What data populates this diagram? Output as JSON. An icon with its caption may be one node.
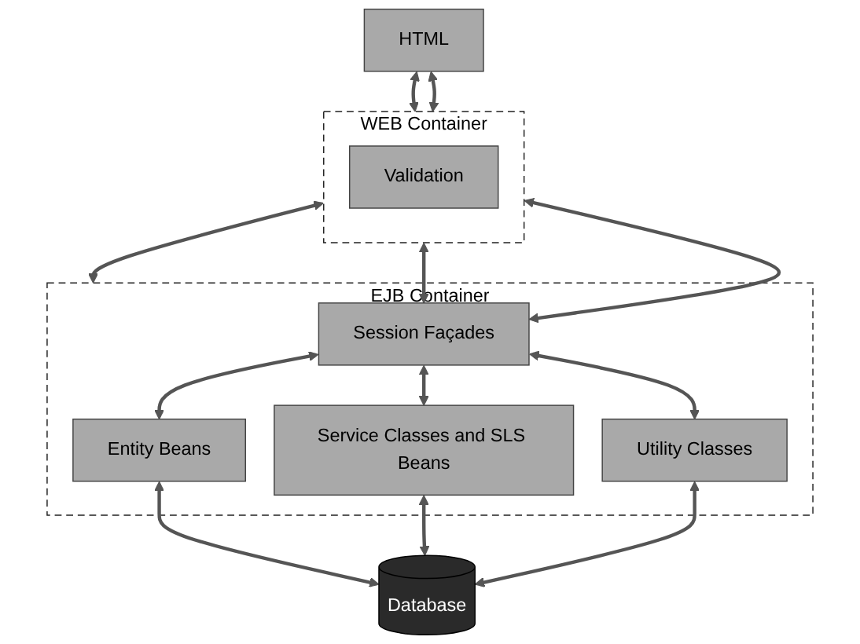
{
  "diagram": {
    "nodes": [
      {
        "text": [
          "HTML"
        ]
      },
      {
        "text": [
          "WEB Container"
        ]
      },
      {
        "text": [
          "Validation"
        ],
        "in": 1
      },
      {
        "text": [
          "EJB Container"
        ]
      },
      {
        "text": [
          "Session Façades"
        ],
        "in": 3
      },
      {
        "text": [
          "Entity Beans"
        ],
        "in": 3
      },
      {
        "text": [
          "Service Classes and SLS Beans"
        ],
        "in": 3
      },
      {
        "text": [
          "Utility Classes"
        ],
        "in": 3
      },
      {
        "text": [
          "Database"
        ]
      }
    ],
    "edges": [
      {
        "from": 0,
        "to": 1,
        "arrow": "both"
      },
      {
        "from": 0,
        "to": 1,
        "arrow": "both"
      },
      {
        "from": 1,
        "to": 3,
        "arrow": "both"
      },
      {
        "from": 1,
        "to": 4,
        "arrow": "both"
      },
      {
        "from": 1,
        "to": 4,
        "arrow": "both"
      },
      {
        "from": 4,
        "to": 5,
        "arrow": "both"
      },
      {
        "from": 4,
        "to": 6,
        "arrow": "both"
      },
      {
        "from": 4,
        "to": 7,
        "arrow": "both"
      },
      {
        "from": 5,
        "to": 8,
        "arrow": "both"
      },
      {
        "from": 6,
        "to": 8,
        "arrow": "both"
      },
      {
        "from": 7,
        "to": 8,
        "arrow": "both"
      }
    ]
  }
}
